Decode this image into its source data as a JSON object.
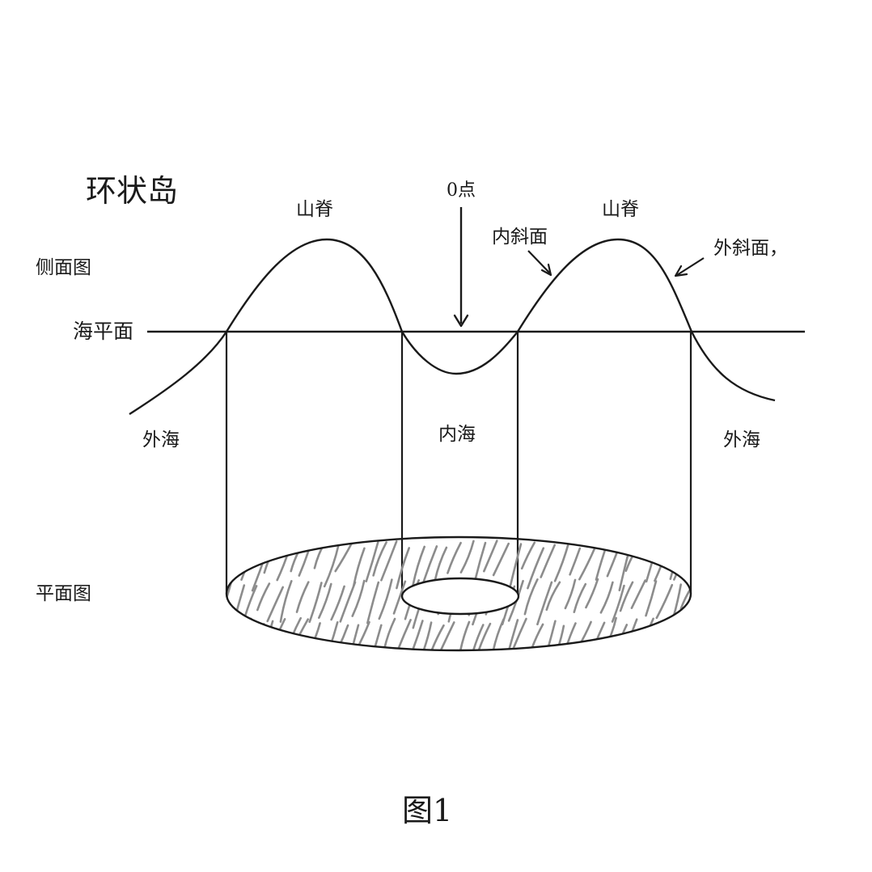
{
  "diagram": {
    "title": "环状岛",
    "labels": {
      "side_view": "侧面图",
      "sea_level": "海平面",
      "plan_view": "平面图",
      "ridge_left": "山脊",
      "ridge_right": "山脊",
      "zero_point": "0点",
      "inner_slope": "内斜面",
      "outer_slope": "外斜面，",
      "outer_sea_left": "外海",
      "inner_sea": "内海",
      "outer_sea_right": "外海"
    },
    "caption": "图1",
    "colors": {
      "line": "#1a1a1a",
      "hatch": "#8c8c8c",
      "background": "#ffffff"
    }
  }
}
